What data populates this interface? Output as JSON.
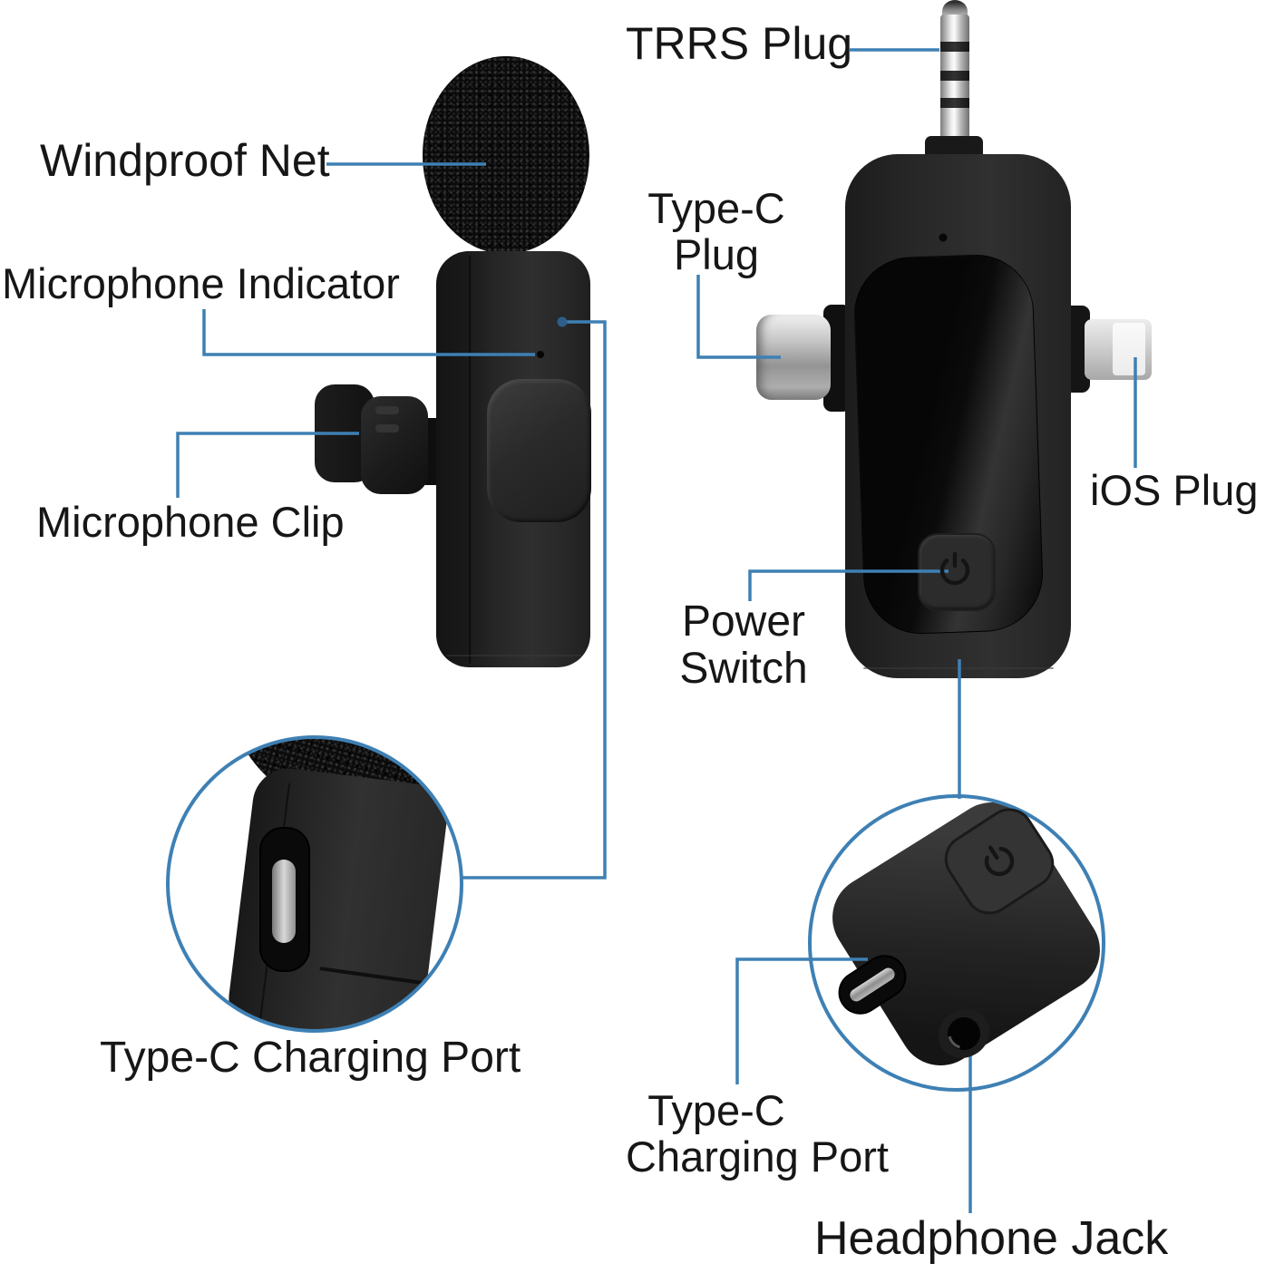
{
  "figure": {
    "type": "annotated-product-diagram",
    "subject": "wireless lavalier microphone transmitter and 3-in-1 receiver",
    "background": "#ffffff"
  },
  "colors": {
    "accent_line": "#3e80b4",
    "label_text": "#161616",
    "device_black": "#262626",
    "metal_silver": "#c9c9c9",
    "ios_window_white": "#f4f4f4"
  },
  "icons": {
    "power_button": "power-icon"
  },
  "labels": {
    "windproof_net": "Windproof Net",
    "microphone_indicator": "Microphone Indicator",
    "microphone_clip": "Microphone Clip",
    "trrs_plug": "TRRS Plug",
    "type_c_plug_l1": "Type-C",
    "type_c_plug_l2": "Plug",
    "ios_plug": "iOS Plug",
    "power_switch_l1": "Power",
    "power_switch_l2": "Switch",
    "mic_charging_port": "Type-C Charging Port",
    "receiver_charging_port_l1": "Type-C",
    "receiver_charging_port_l2": "Charging Port",
    "headphone_jack": "Headphone Jack"
  }
}
